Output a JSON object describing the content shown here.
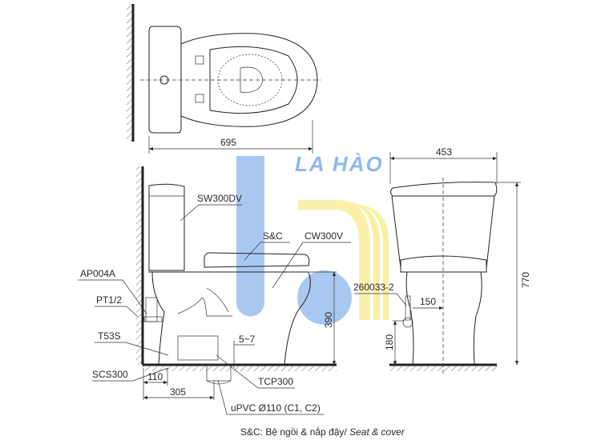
{
  "watermark": {
    "brand": "LA HÀO",
    "blue": "#8fb8ec",
    "yellow": "#f8f0a0"
  },
  "top_view": {
    "dimension_width": "695"
  },
  "side_view": {
    "labels": {
      "tank": "SW300DV",
      "seat": "S&C",
      "bowl": "CW300V",
      "angle_valve": "AP004A",
      "thread": "PT1/2",
      "bolt": "T53S",
      "seal": "SCS300",
      "flange": "TCP300",
      "pipe": "uPVC Ø110 (C1, C2)"
    },
    "dimensions": {
      "seat_height": "390",
      "gap": "5~7",
      "wall_to_bolt": "110",
      "wall_to_drain": "305"
    }
  },
  "front_view": {
    "labels": {
      "valve": "260033-2"
    },
    "dimensions": {
      "width": "453",
      "height": "770",
      "valve_height": "180",
      "valve_offset": "150"
    }
  },
  "caption": {
    "prefix": "S&C: Bệ ngồi & nắp đậy/ ",
    "english": "Seat & cover"
  }
}
